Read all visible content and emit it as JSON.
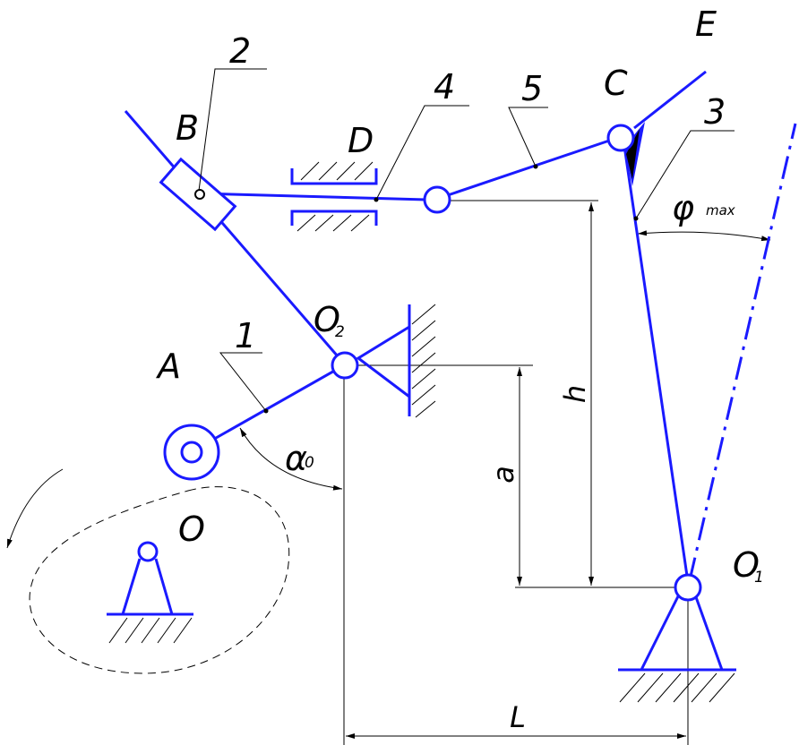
{
  "labels": {
    "A": "A",
    "B": "B",
    "C": "C",
    "D": "D",
    "E": "E",
    "O": "O",
    "O1": "O",
    "O1_sub": "1",
    "O2": "O",
    "O2_sub": "2",
    "n1": "1",
    "n2": "2",
    "n3": "3",
    "n4": "4",
    "n5": "5",
    "alpha": "α",
    "alpha_sub": "0",
    "phi": "φ",
    "phi_sub": "max",
    "h": "h",
    "a": "a",
    "L": "L"
  },
  "colors": {
    "links": "#1a1aff",
    "construction": "#000000"
  }
}
